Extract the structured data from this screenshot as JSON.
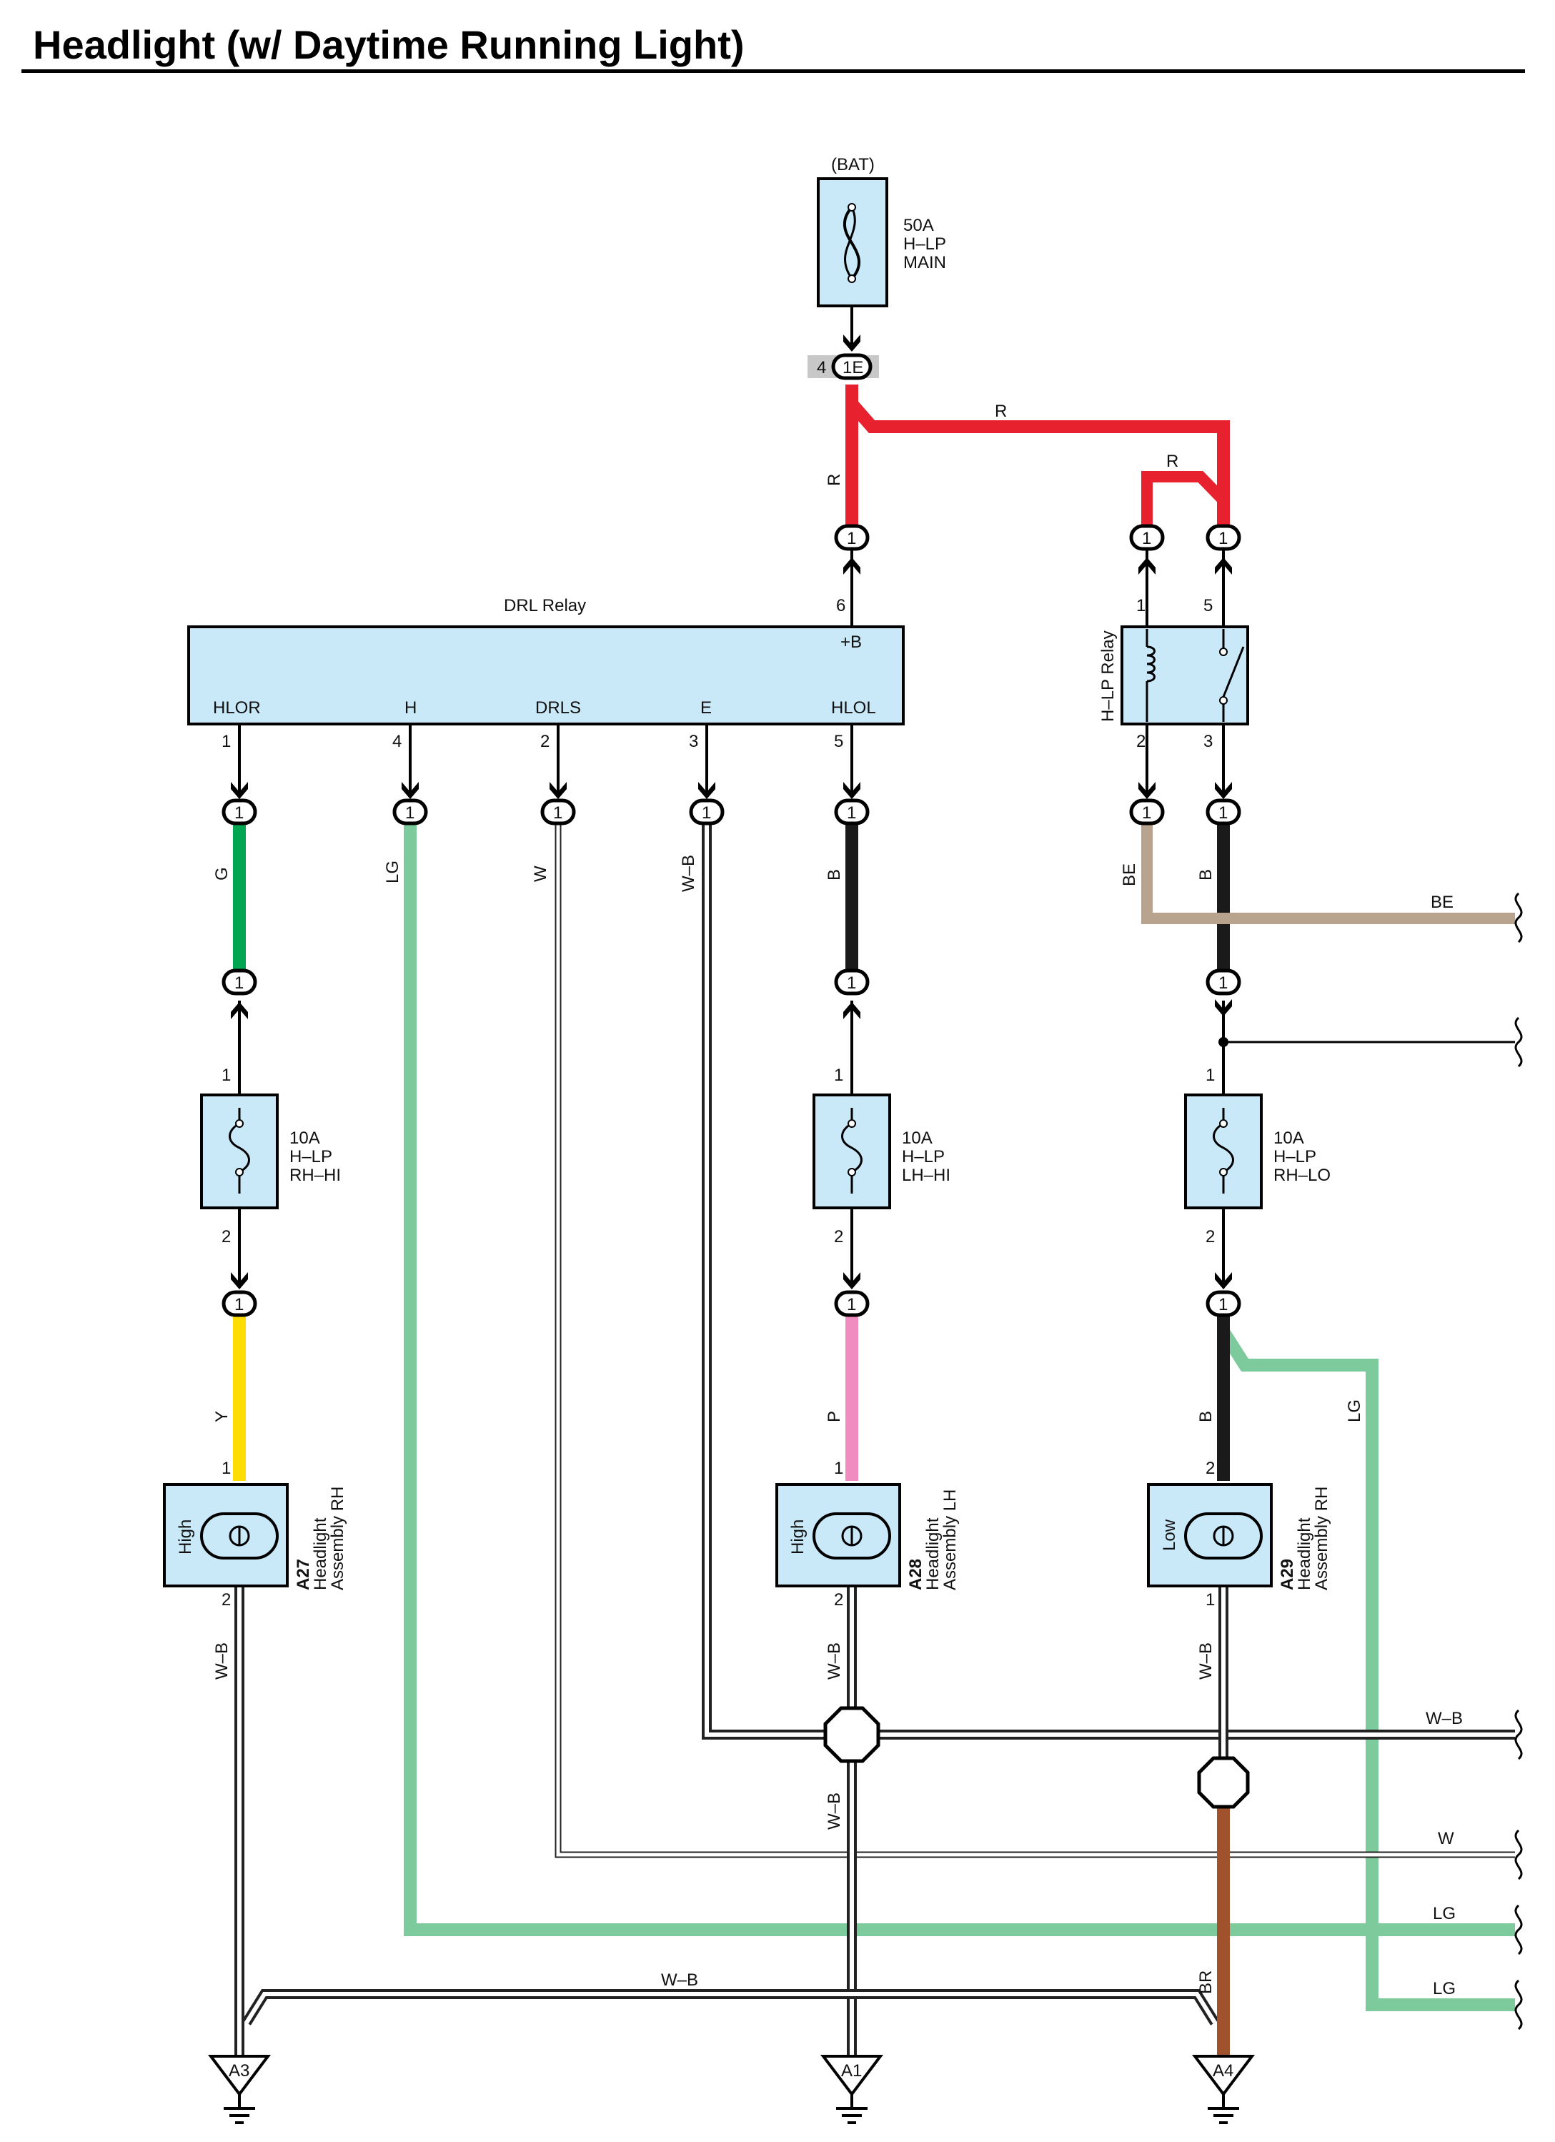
{
  "title": "Headlight (w/ Daytime Running Light)",
  "colors": {
    "R": "#e8212e",
    "G": "#00a651",
    "LG": "#7dcb9c",
    "W": "#ffffff",
    "W-B": "#ffffff",
    "B": "#1a1a1a",
    "BE": "#b8a48e",
    "Y": "#ffdd00",
    "P": "#f08cbf",
    "BR": "#a0522d",
    "component_fill": "#c9e8f8"
  },
  "battery": {
    "label": "(BAT)",
    "fuse_lines": [
      "50A",
      "H–LP",
      "MAIN"
    ],
    "connector_pin": "4",
    "connector_id": "1E"
  },
  "drl_relay": {
    "name": "DRL Relay",
    "plus_b_label": "+B",
    "plus_b_pin": "6",
    "terminals": [
      {
        "label": "HLOR",
        "pin": "1"
      },
      {
        "label": "H",
        "pin": "4"
      },
      {
        "label": "DRLS",
        "pin": "2"
      },
      {
        "label": "E",
        "pin": "3"
      },
      {
        "label": "HLOL",
        "pin": "5"
      }
    ]
  },
  "hlp_relay": {
    "name": "H–LP Relay",
    "pins": {
      "coil_top": "1",
      "switch_top": "5",
      "coil_bottom": "2",
      "switch_bottom": "3"
    }
  },
  "connector_pin": "1",
  "fuses": [
    {
      "lines": [
        "10A",
        "H–LP",
        "RH–HI"
      ],
      "pin_in": "1",
      "pin_out": "2"
    },
    {
      "lines": [
        "10A",
        "H–LP",
        "LH–HI"
      ],
      "pin_in": "1",
      "pin_out": "2"
    },
    {
      "lines": [
        "10A",
        "H–LP",
        "RH–LO"
      ],
      "pin_in": "1",
      "pin_out": "2"
    }
  ],
  "headlights": [
    {
      "id": "A27",
      "name_lines": [
        "Headlight",
        "Assembly RH"
      ],
      "beam": "High",
      "pin_top": "1",
      "pin_bottom": "2"
    },
    {
      "id": "A28",
      "name_lines": [
        "Headlight",
        "Assembly LH"
      ],
      "beam": "High",
      "pin_top": "1",
      "pin_bottom": "2"
    },
    {
      "id": "A29",
      "name_lines": [
        "Headlight",
        "Assembly RH"
      ],
      "beam": "Low",
      "pin_top": "2",
      "pin_bottom": "1"
    }
  ],
  "grounds": [
    "A3",
    "A1",
    "A4"
  ],
  "wire_labels": {
    "r_main": "R",
    "r_horizontal": "R",
    "r_relay": "R",
    "g": "G",
    "lg": "LG",
    "w": "W",
    "wb": "W–B",
    "b": "B",
    "be_vertical": "BE",
    "b_relay": "B",
    "y": "Y",
    "p": "P",
    "b_low": "B",
    "lg_right": "LG",
    "wb_a27": "W–B",
    "wb_a28": "W–B",
    "wb_a29": "W–B",
    "wb_a1": "W–B",
    "br": "BR",
    "wb_bottom": "W–B"
  },
  "exit_labels": [
    "BE",
    "W–B",
    "W",
    "LG",
    "LG"
  ]
}
